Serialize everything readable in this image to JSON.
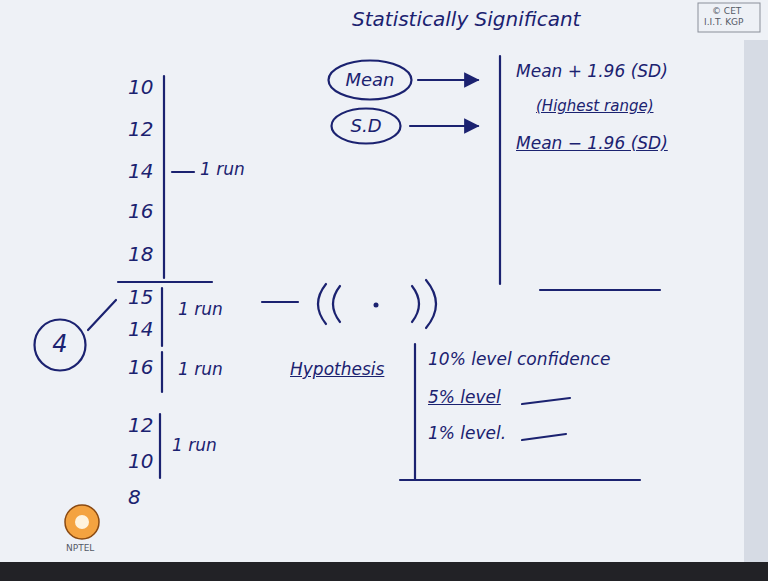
{
  "diagram": {
    "title": "Statistically Significant",
    "nodes": [
      {
        "text": [
          "Mean"
        ]
      },
      {
        "text": [
          "S.D"
        ]
      },
      {
        "text": [
          "4"
        ]
      }
    ],
    "labels": [
      "© CET",
      "I.I.T. KGP",
      "10",
      "12",
      "14",
      "1 run",
      "16",
      "18",
      "15",
      "14",
      "1 run",
      "16",
      "1 run",
      "12",
      "10",
      "1 run",
      "8",
      "Mean + 1.96 (SD)",
      "(Highest range)",
      "Mean − 1.96 (SD)",
      "Hypothesis",
      "10% level confidence",
      "5% level",
      "1% level.",
      "NPTEL"
    ]
  }
}
